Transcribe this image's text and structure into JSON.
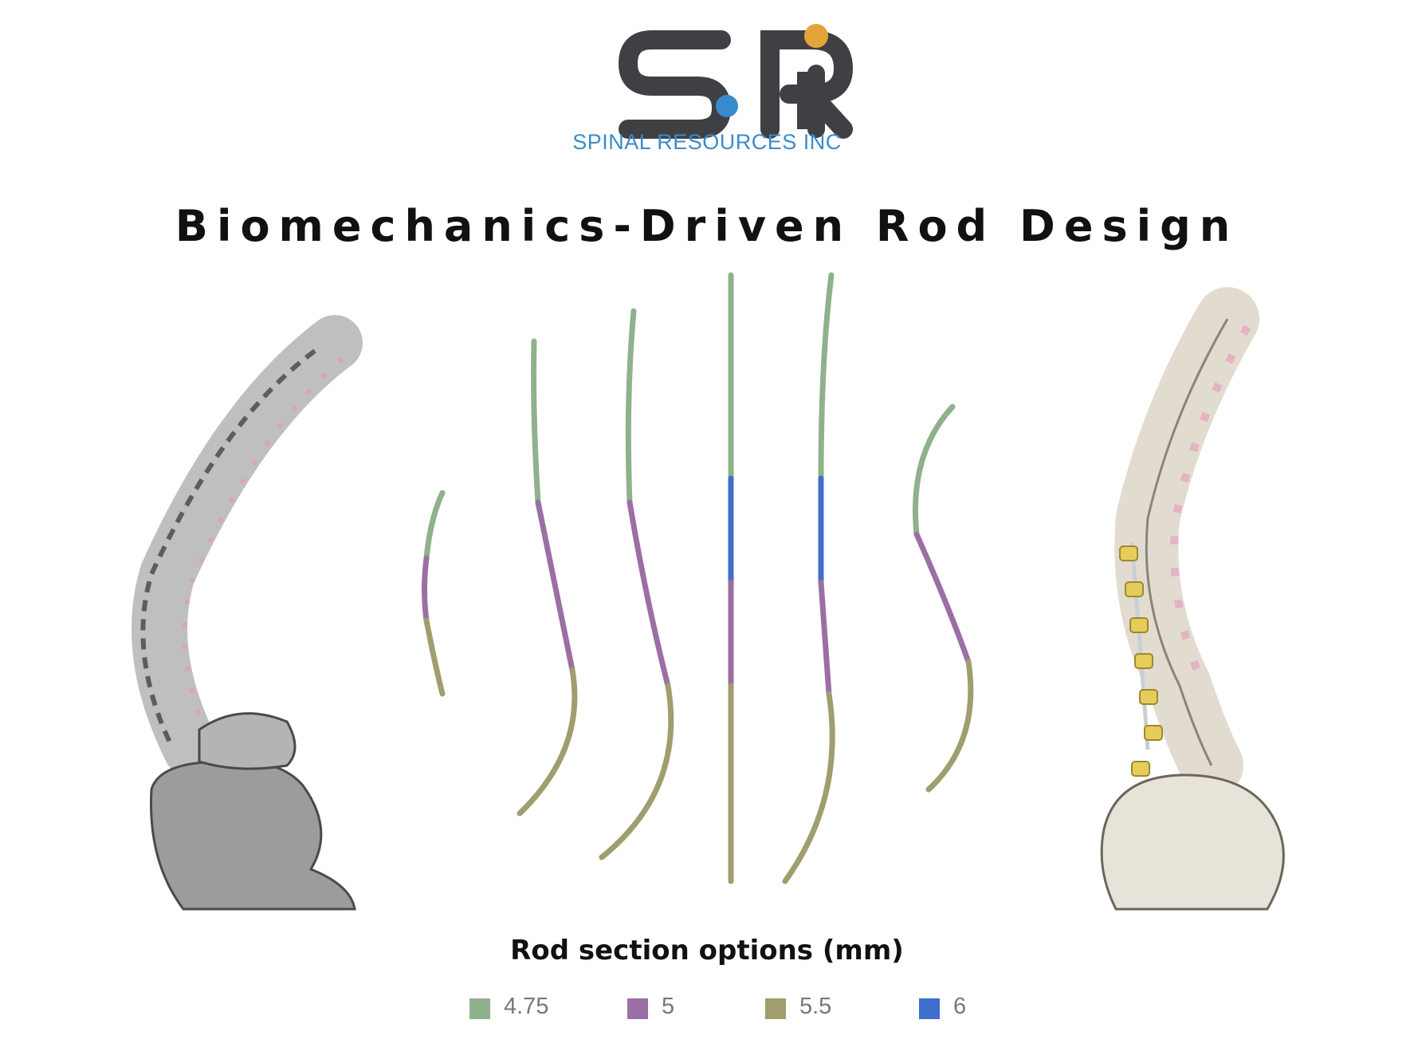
{
  "logo": {
    "wordmark": "SRi",
    "subtitle": "SPINAL RESOURCES INC"
  },
  "title": "Biomechanics-Driven Rod Design",
  "legend": {
    "title": "Rod section options (mm)",
    "items": [
      {
        "label": "4.75",
        "color": "#8fb18c"
      },
      {
        "label": "5",
        "color": "#9b6fa4"
      },
      {
        "label": "5.5",
        "color": "#a09e6e"
      },
      {
        "label": "6",
        "color": "#3f6fcc"
      }
    ]
  },
  "colors": {
    "brand_dark": "#3f4044",
    "brand_blue": "#3a8bcc",
    "brand_orange": "#e5a43a"
  }
}
